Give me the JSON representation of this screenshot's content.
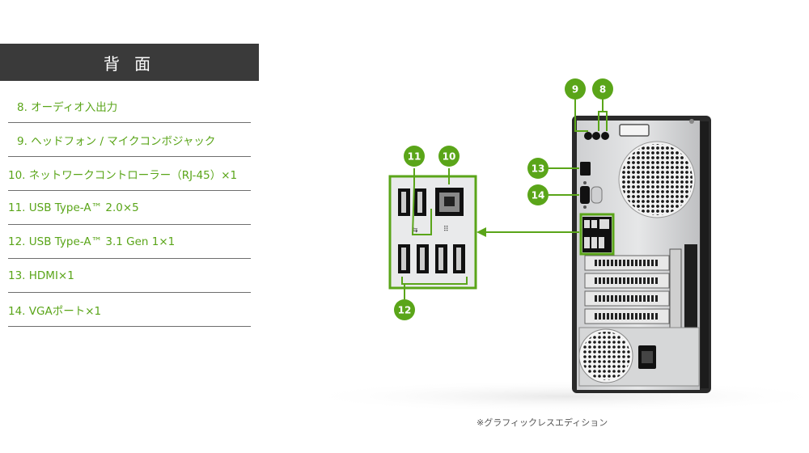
{
  "section": {
    "title": "背 面"
  },
  "specs": [
    {
      "label": "8. オーディオ入出力"
    },
    {
      "label": "9. ヘッドフォン / マイクコンボジャック"
    },
    {
      "label": "10. ネットワークコントローラー（RJ-45）×1"
    },
    {
      "label": "11. USB Type-A™ 2.0×5"
    },
    {
      "label": "12. USB Type-A™ 3.1 Gen 1×1"
    },
    {
      "label": "13. HDMI×1"
    },
    {
      "label": "14. VGAポート×1"
    }
  ],
  "callouts": [
    {
      "number": "8"
    },
    {
      "number": "9"
    },
    {
      "number": "10"
    },
    {
      "number": "11"
    },
    {
      "number": "12"
    },
    {
      "number": "13"
    },
    {
      "number": "14"
    }
  ],
  "footnote": "※グラフィックレスエディション",
  "colors": {
    "accent": "#5aa519",
    "header_bg": "#3a3a3a",
    "divider": "#6e6e6e"
  },
  "icons": [
    "usb-icon",
    "network-icon",
    "audio-jack-icon",
    "hdmi-port-icon",
    "vga-port-icon",
    "power-socket-icon",
    "fan-grille-icon"
  ]
}
